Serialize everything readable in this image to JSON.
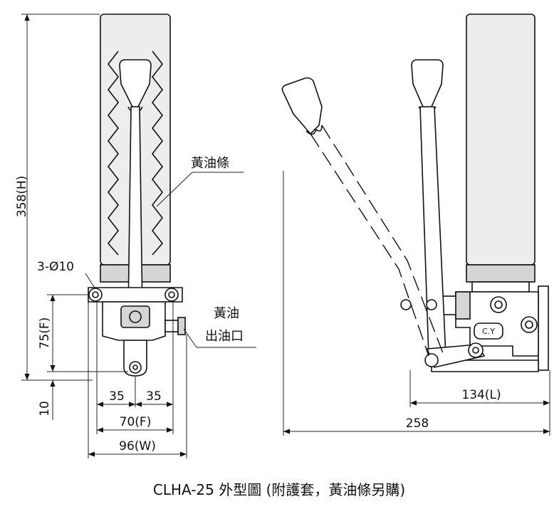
{
  "figure": {
    "caption": "CLHA-25 外型圖 (附護套，黃油條另購)"
  },
  "labels": {
    "grease_stick": "黃油條",
    "mount_holes": "3-Ø10",
    "outlet_line1": "黃油",
    "outlet_line2": "出油口",
    "brand_mark": "C.Y"
  },
  "dimensions": {
    "height": "358(H)",
    "base_height": "75(F)",
    "bottom_offset": "10",
    "half_left": "35",
    "half_right": "35",
    "hole_spacing": "70(F)",
    "width": "96(W)",
    "side_length": "134(L)",
    "total_length": "258"
  }
}
